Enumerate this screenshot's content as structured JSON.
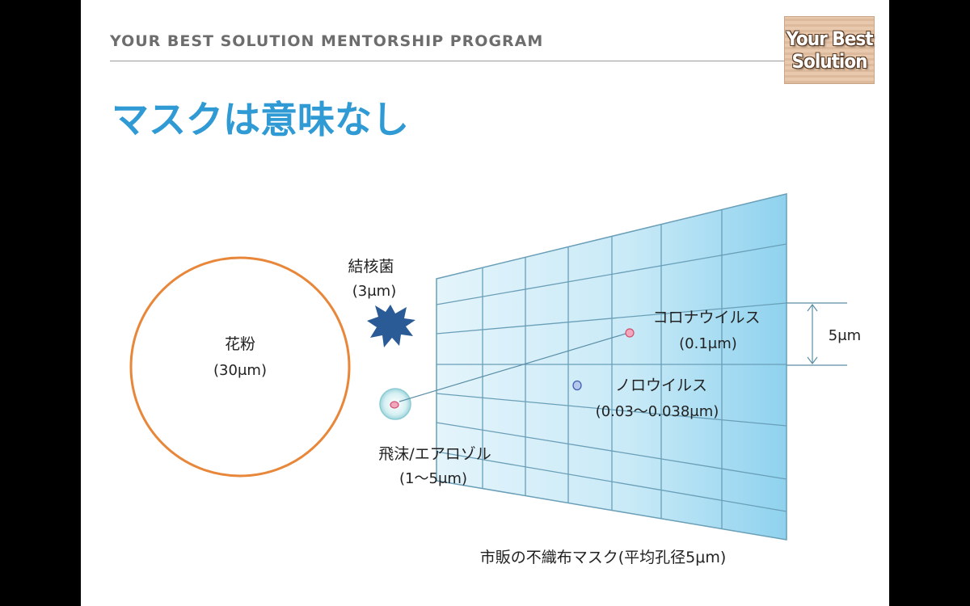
{
  "header": {
    "program": "YOUR BEST SOLUTION MENTORSHIP PROGRAM",
    "logo_line1": "Your Best",
    "logo_line2": "Solution"
  },
  "title": "マスクは意味なし",
  "colors": {
    "title": "#2f9ad3",
    "pollen_ring": "#e8873a",
    "tb_bacteria": "#2a5b96",
    "mask_fill": "#bfe4f4",
    "mask_grid": "#6a9fb8"
  },
  "diagram": {
    "pollen_name": "花粉",
    "pollen_size": "(30μm)",
    "tb_name": "結核菌",
    "tb_size": "(3μm)",
    "droplet_name": "飛沫/エアロゾル",
    "droplet_size": "(1～5μm)",
    "corona_name": "コロナウイルス",
    "corona_size": "(0.1μm)",
    "noro_name": "ノロウイルス",
    "noro_size": "(0.03～0.038μm)",
    "pore_size": "5μm",
    "mask_caption": "市販の不織布マスク(平均孔径5μm)"
  }
}
